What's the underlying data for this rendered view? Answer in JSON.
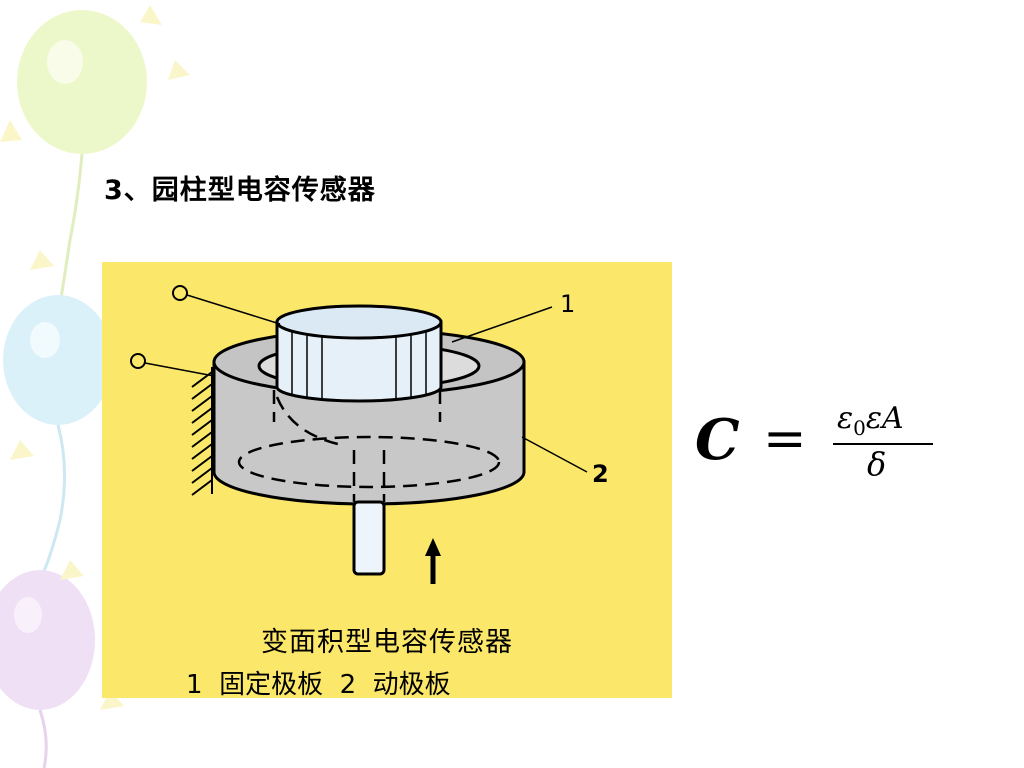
{
  "slide": {
    "title": "3、园柱型电容传感器"
  },
  "figure": {
    "caption": "变面积型电容传感器",
    "legend": "1  固定极板  2  动极板",
    "label_1": "1",
    "label_2": "2"
  },
  "formula": {
    "lhs": "C",
    "equals": "=",
    "numerator": "ε",
    "numerator_sub": "0",
    "numerator_rest": "εA",
    "denominator": "δ"
  },
  "colors": {
    "figure_background": "#fbe86a",
    "cylinder_body": "#c8c8c8",
    "inner_cylinder": "#e6f0f8"
  }
}
